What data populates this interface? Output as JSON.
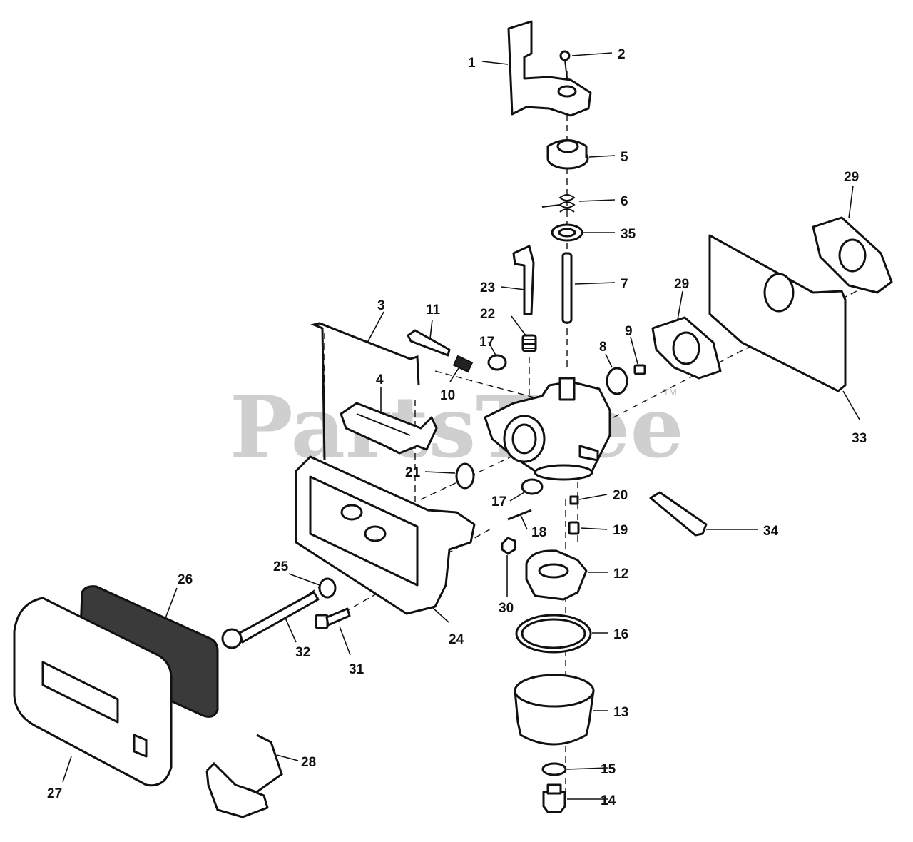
{
  "watermark": "PartsTree",
  "trademark": "TM",
  "callouts": [
    "1",
    "2",
    "3",
    "4",
    "5",
    "6",
    "7",
    "8",
    "9",
    "10",
    "11",
    "12",
    "13",
    "14",
    "15",
    "16",
    "17",
    "17",
    "18",
    "19",
    "20",
    "21",
    "22",
    "23",
    "24",
    "25",
    "26",
    "27",
    "28",
    "29",
    "29",
    "30",
    "31",
    "32",
    "33",
    "34",
    "35"
  ]
}
